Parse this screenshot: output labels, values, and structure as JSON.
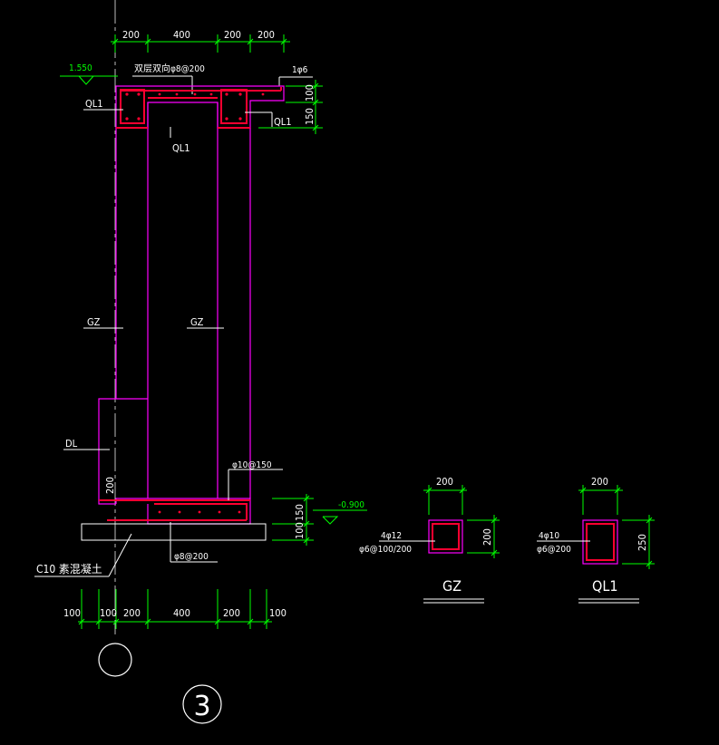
{
  "colors": {
    "background": "#000000",
    "outline": "#ff00ff",
    "rebar": "#ff0030",
    "dimension": "#00ff00",
    "text": "#ffffff",
    "axis": "#bbbbbb"
  },
  "section3": {
    "top_dims": [
      "200",
      "400",
      "200",
      "200"
    ],
    "elevation_top": "1.550",
    "elevation_bottom": "-0.900",
    "label_ql1_left": "QL1",
    "label_ql1_mid": "QL1",
    "label_ql1_right": "QL1",
    "label_top_rebar": "双层双向φ8@200",
    "label_edge_bar": "1φ6",
    "right_dims_top": [
      "100",
      "150"
    ],
    "label_gz_left": "GZ",
    "label_gz_mid": "GZ",
    "label_dl": "DL",
    "dim_dl_height": "200",
    "label_footing_top_rebar": "φ10@150",
    "label_footing_bottom_rebar": "φ8@200",
    "right_dims_bottom": [
      "150",
      "100"
    ],
    "label_c10": "C10 素混凝土",
    "bottom_dims": [
      "100",
      "100",
      "200",
      "400",
      "200",
      "100"
    ],
    "section_mark": "3"
  },
  "gz_detail": {
    "width_dim": "200",
    "height_dim": "200",
    "main_bars": "4φ12",
    "stirrups": "φ6@100/200",
    "title": "GZ"
  },
  "ql1_detail": {
    "width_dim": "200",
    "height_dim": "250",
    "main_bars": "4φ10",
    "stirrups": "φ6@200",
    "title": "QL1"
  }
}
